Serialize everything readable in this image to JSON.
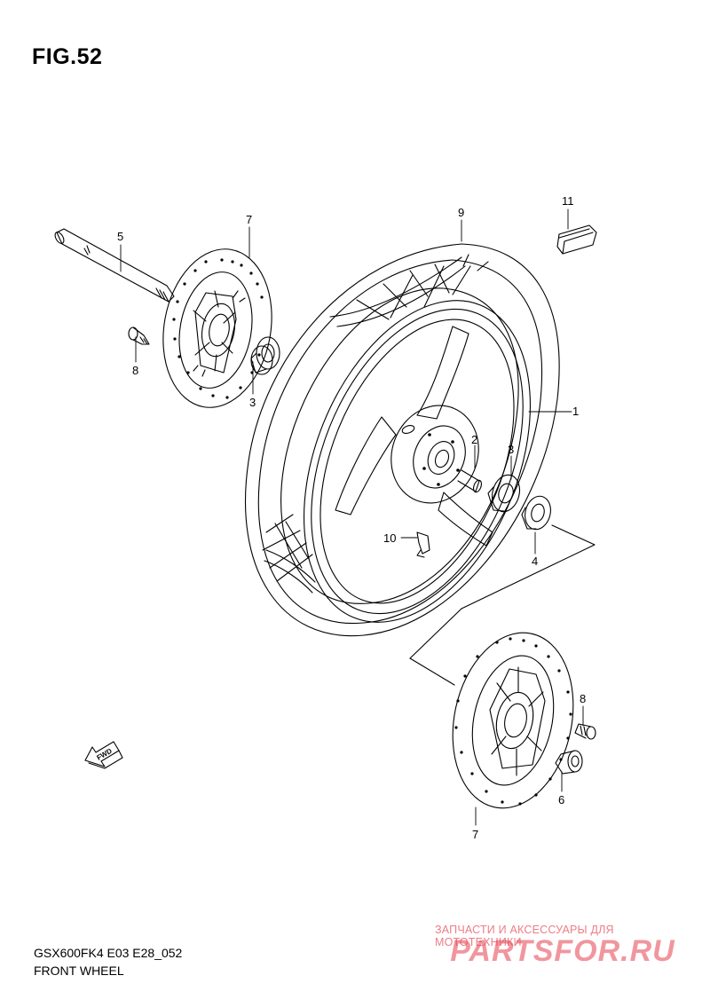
{
  "figure": {
    "title": "FIG.52",
    "model_code": "GSX600FK4 E03 E28_052",
    "caption": "FRONT WHEEL"
  },
  "callouts": [
    {
      "id": "1",
      "label": "1"
    },
    {
      "id": "2",
      "label": "2"
    },
    {
      "id": "3a",
      "label": "3"
    },
    {
      "id": "3b",
      "label": "3"
    },
    {
      "id": "4",
      "label": "4"
    },
    {
      "id": "5",
      "label": "5"
    },
    {
      "id": "6",
      "label": "6"
    },
    {
      "id": "7a",
      "label": "7"
    },
    {
      "id": "7b",
      "label": "7"
    },
    {
      "id": "8a",
      "label": "8"
    },
    {
      "id": "8b",
      "label": "8"
    },
    {
      "id": "9",
      "label": "9"
    },
    {
      "id": "10",
      "label": "10"
    },
    {
      "id": "11",
      "label": "11"
    }
  ],
  "direction_marker": {
    "label": "FWD"
  },
  "watermark": {
    "tagline": "ЗАПЧАСТИ И АКСЕССУАРЫ ДЛЯ МОТОТЕХНИКИ",
    "logo": "PARTSFOR.RU",
    "color": "#e5404f"
  },
  "colors": {
    "line": "#000000",
    "background": "#ffffff"
  }
}
